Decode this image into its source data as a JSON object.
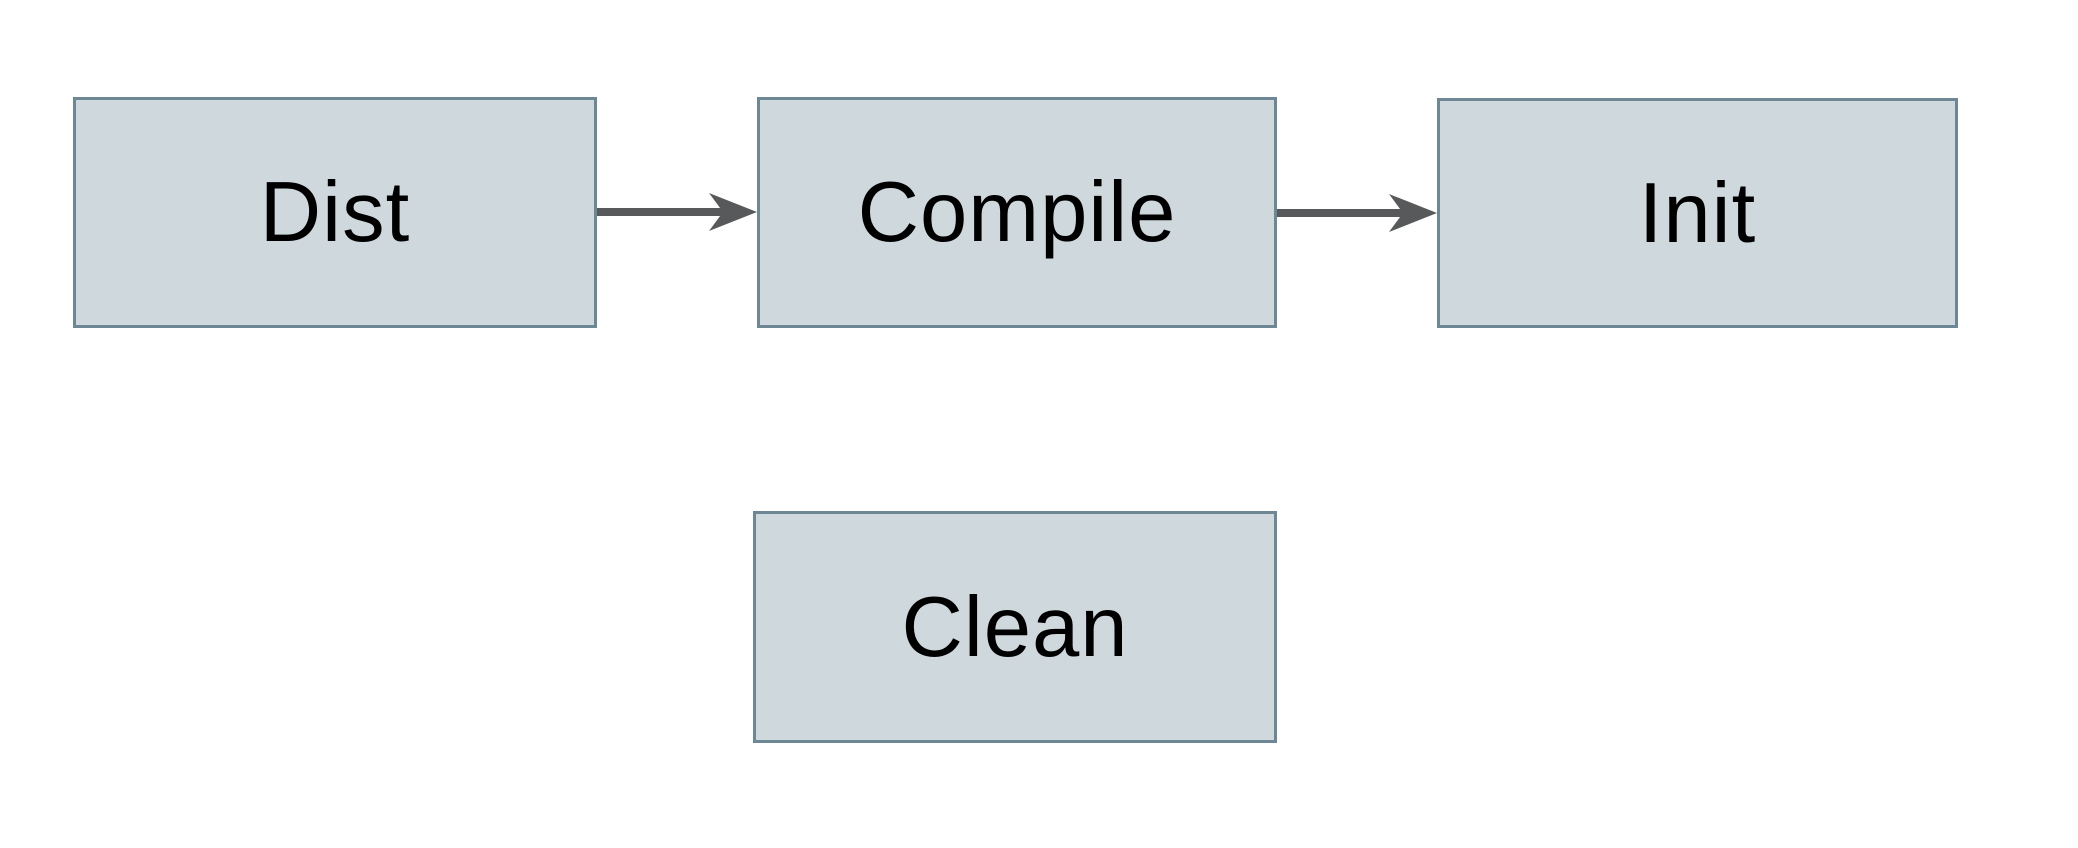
{
  "diagram": {
    "type": "flowchart",
    "nodes": [
      {
        "id": "dist",
        "label": "Dist"
      },
      {
        "id": "compile",
        "label": "Compile"
      },
      {
        "id": "init",
        "label": "Init"
      },
      {
        "id": "clean",
        "label": "Clean"
      }
    ],
    "edges": [
      {
        "from": "Dist",
        "to": "Compile",
        "style": "arrow-right"
      },
      {
        "from": "Compile",
        "to": "Init",
        "style": "arrow-right"
      }
    ]
  },
  "theme": {
    "canvas-bg": "#ffffff",
    "node-fill": "#cfd8dc",
    "node-stroke": "#6e8794",
    "arrow-color": "#58595b",
    "text-color": "#000000"
  }
}
